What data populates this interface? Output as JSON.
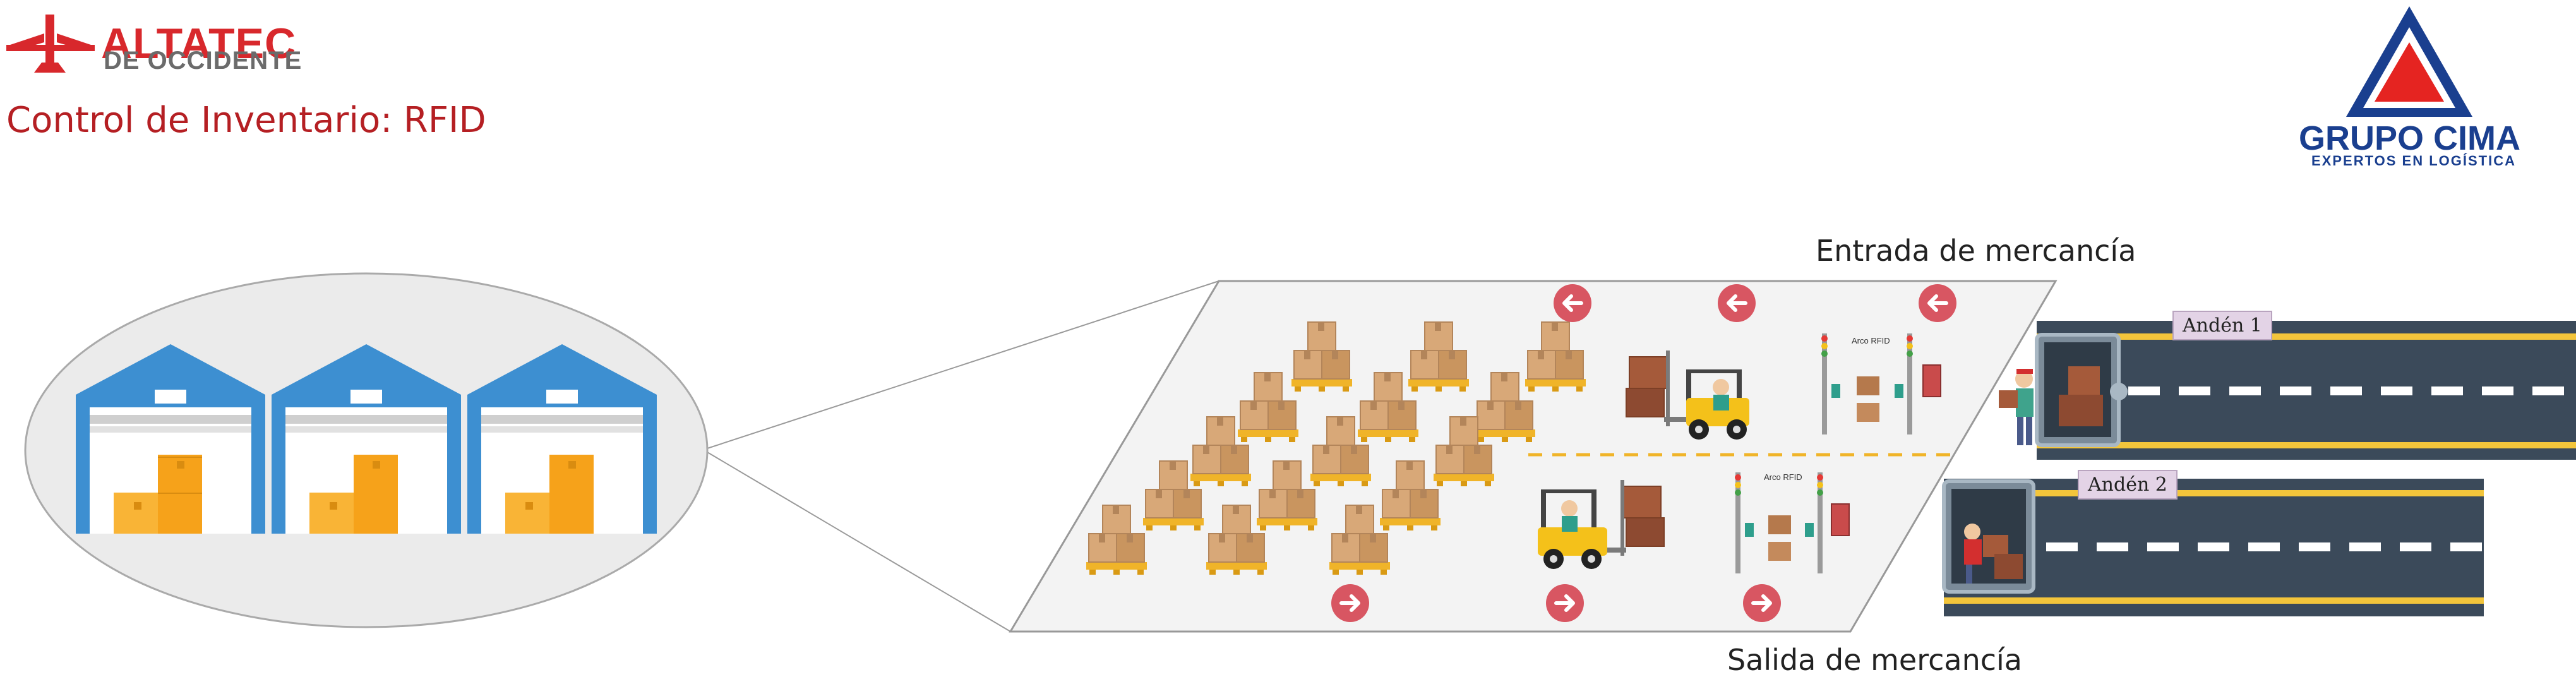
{
  "header": {
    "brand_name": "ALTATEC",
    "brand_sub": "DE OCCIDENTE",
    "title": "Control de Inventario: RFID"
  },
  "partner": {
    "name": "GRUPO CIMA",
    "tagline": "EXPERTOS EN LOGÍSTICA"
  },
  "diagram": {
    "entrada_label": "Entrada de mercancía",
    "salida_label": "Salida de mercancía",
    "arch_label": "Arco RFID",
    "dock1_label": "Andén 1",
    "dock2_label": "Andén 2"
  },
  "colors": {
    "brand_red": "#d8282c",
    "warehouse_blue": "#3d8fd1",
    "box_orange": "#f6a21a",
    "cima_blue": "#1a3f8f",
    "arrow_red": "#d85662",
    "road": "#3b4a5a",
    "road_line": "#f3c53b"
  }
}
